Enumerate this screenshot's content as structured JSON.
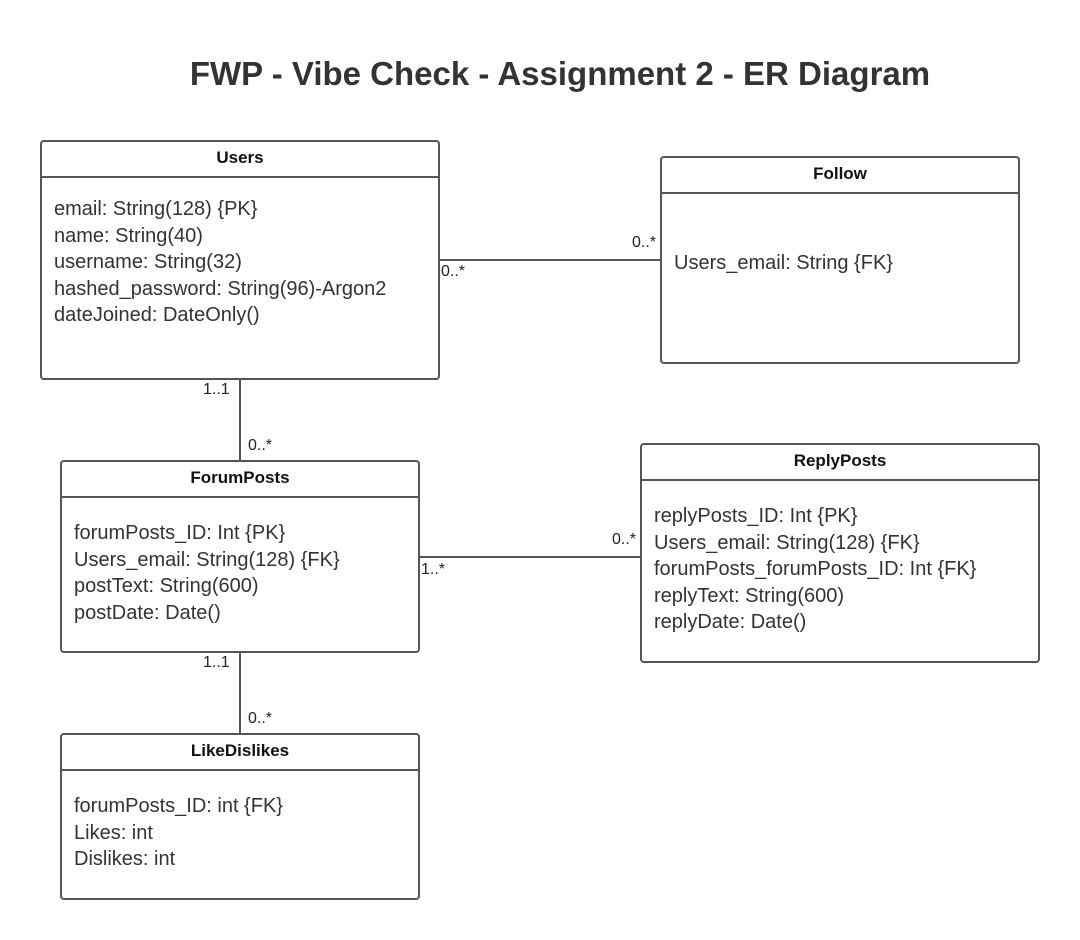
{
  "title": "FWP - Vibe Check - Assignment 2 - ER Diagram",
  "colors": {
    "border": "#555555",
    "text": "#333333",
    "line": "#555555"
  },
  "entities": {
    "users": {
      "name": "Users",
      "attributes": [
        "email: String(128) {PK}",
        "name: String(40)",
        "username: String(32)",
        "hashed_password: String(96)-Argon2",
        "dateJoined: DateOnly()"
      ]
    },
    "follow": {
      "name": "Follow",
      "attributes": [
        "Users_email: String {FK}"
      ]
    },
    "forumposts": {
      "name": "ForumPosts",
      "attributes": [
        "forumPosts_ID: Int {PK}",
        "Users_email: String(128) {FK}",
        "postText: String(600)",
        "postDate: Date()"
      ]
    },
    "replyposts": {
      "name": "ReplyPosts",
      "attributes": [
        "replyPosts_ID: Int {PK}",
        "Users_email: String(128) {FK}",
        "forumPosts_forumPosts_ID: Int {FK}",
        "replyText: String(600)",
        "replyDate: Date()"
      ]
    },
    "likedislikes": {
      "name": "LikeDislikes",
      "attributes": [
        "forumPosts_ID: int {FK}",
        "Likes: int",
        "Dislikes: int"
      ]
    }
  },
  "relationships": {
    "users_follow": {
      "from_card": "0..*",
      "to_card": "0..*"
    },
    "users_forumposts": {
      "from_card": "1..1",
      "to_card": "0..*"
    },
    "forumposts_replyposts": {
      "from_card": "1..*",
      "to_card": "0..*"
    },
    "forumposts_likedislikes": {
      "from_card": "1..1",
      "to_card": "0..*"
    }
  }
}
